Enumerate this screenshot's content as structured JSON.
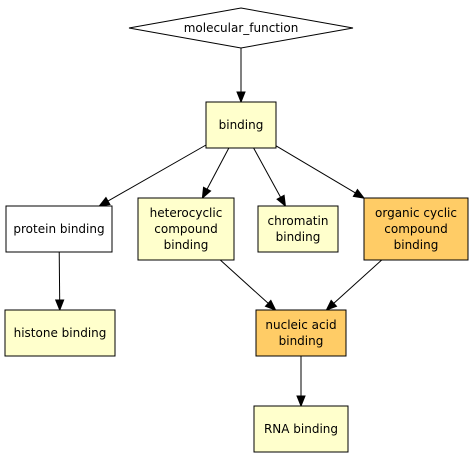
{
  "diagram": {
    "colors": {
      "plain": "#ffffff",
      "light": "#ffffcc",
      "highlight": "#ffcc66",
      "stroke": "#000000"
    },
    "nodes": {
      "molecular_function": {
        "label": "molecular_function",
        "shape": "diamond",
        "fill": "plain"
      },
      "binding": {
        "label": "binding",
        "shape": "box",
        "fill": "light"
      },
      "protein_binding": {
        "label": "protein binding",
        "shape": "box",
        "fill": "plain"
      },
      "heterocyclic_compound_binding": {
        "label": "heterocyclic compound binding",
        "lines": [
          "heterocyclic",
          "compound",
          "binding"
        ],
        "shape": "box",
        "fill": "light"
      },
      "chromatin_binding": {
        "label": "chromatin binding",
        "lines": [
          "chromatin",
          "binding"
        ],
        "shape": "box",
        "fill": "light"
      },
      "organic_cyclic_compound_binding": {
        "label": "organic cyclic compound binding",
        "lines": [
          "organic cyclic",
          "compound",
          "binding"
        ],
        "shape": "box",
        "fill": "highlight"
      },
      "histone_binding": {
        "label": "histone binding",
        "shape": "box",
        "fill": "light"
      },
      "nucleic_acid_binding": {
        "label": "nucleic acid binding",
        "lines": [
          "nucleic acid",
          "binding"
        ],
        "shape": "box",
        "fill": "highlight"
      },
      "rna_binding": {
        "label": "RNA binding",
        "shape": "box",
        "fill": "light"
      }
    },
    "edges": [
      {
        "from": "molecular_function",
        "to": "binding"
      },
      {
        "from": "binding",
        "to": "protein_binding"
      },
      {
        "from": "binding",
        "to": "heterocyclic_compound_binding"
      },
      {
        "from": "binding",
        "to": "chromatin_binding"
      },
      {
        "from": "binding",
        "to": "organic_cyclic_compound_binding"
      },
      {
        "from": "protein_binding",
        "to": "histone_binding"
      },
      {
        "from": "heterocyclic_compound_binding",
        "to": "nucleic_acid_binding"
      },
      {
        "from": "organic_cyclic_compound_binding",
        "to": "nucleic_acid_binding"
      },
      {
        "from": "nucleic_acid_binding",
        "to": "rna_binding"
      }
    ]
  }
}
